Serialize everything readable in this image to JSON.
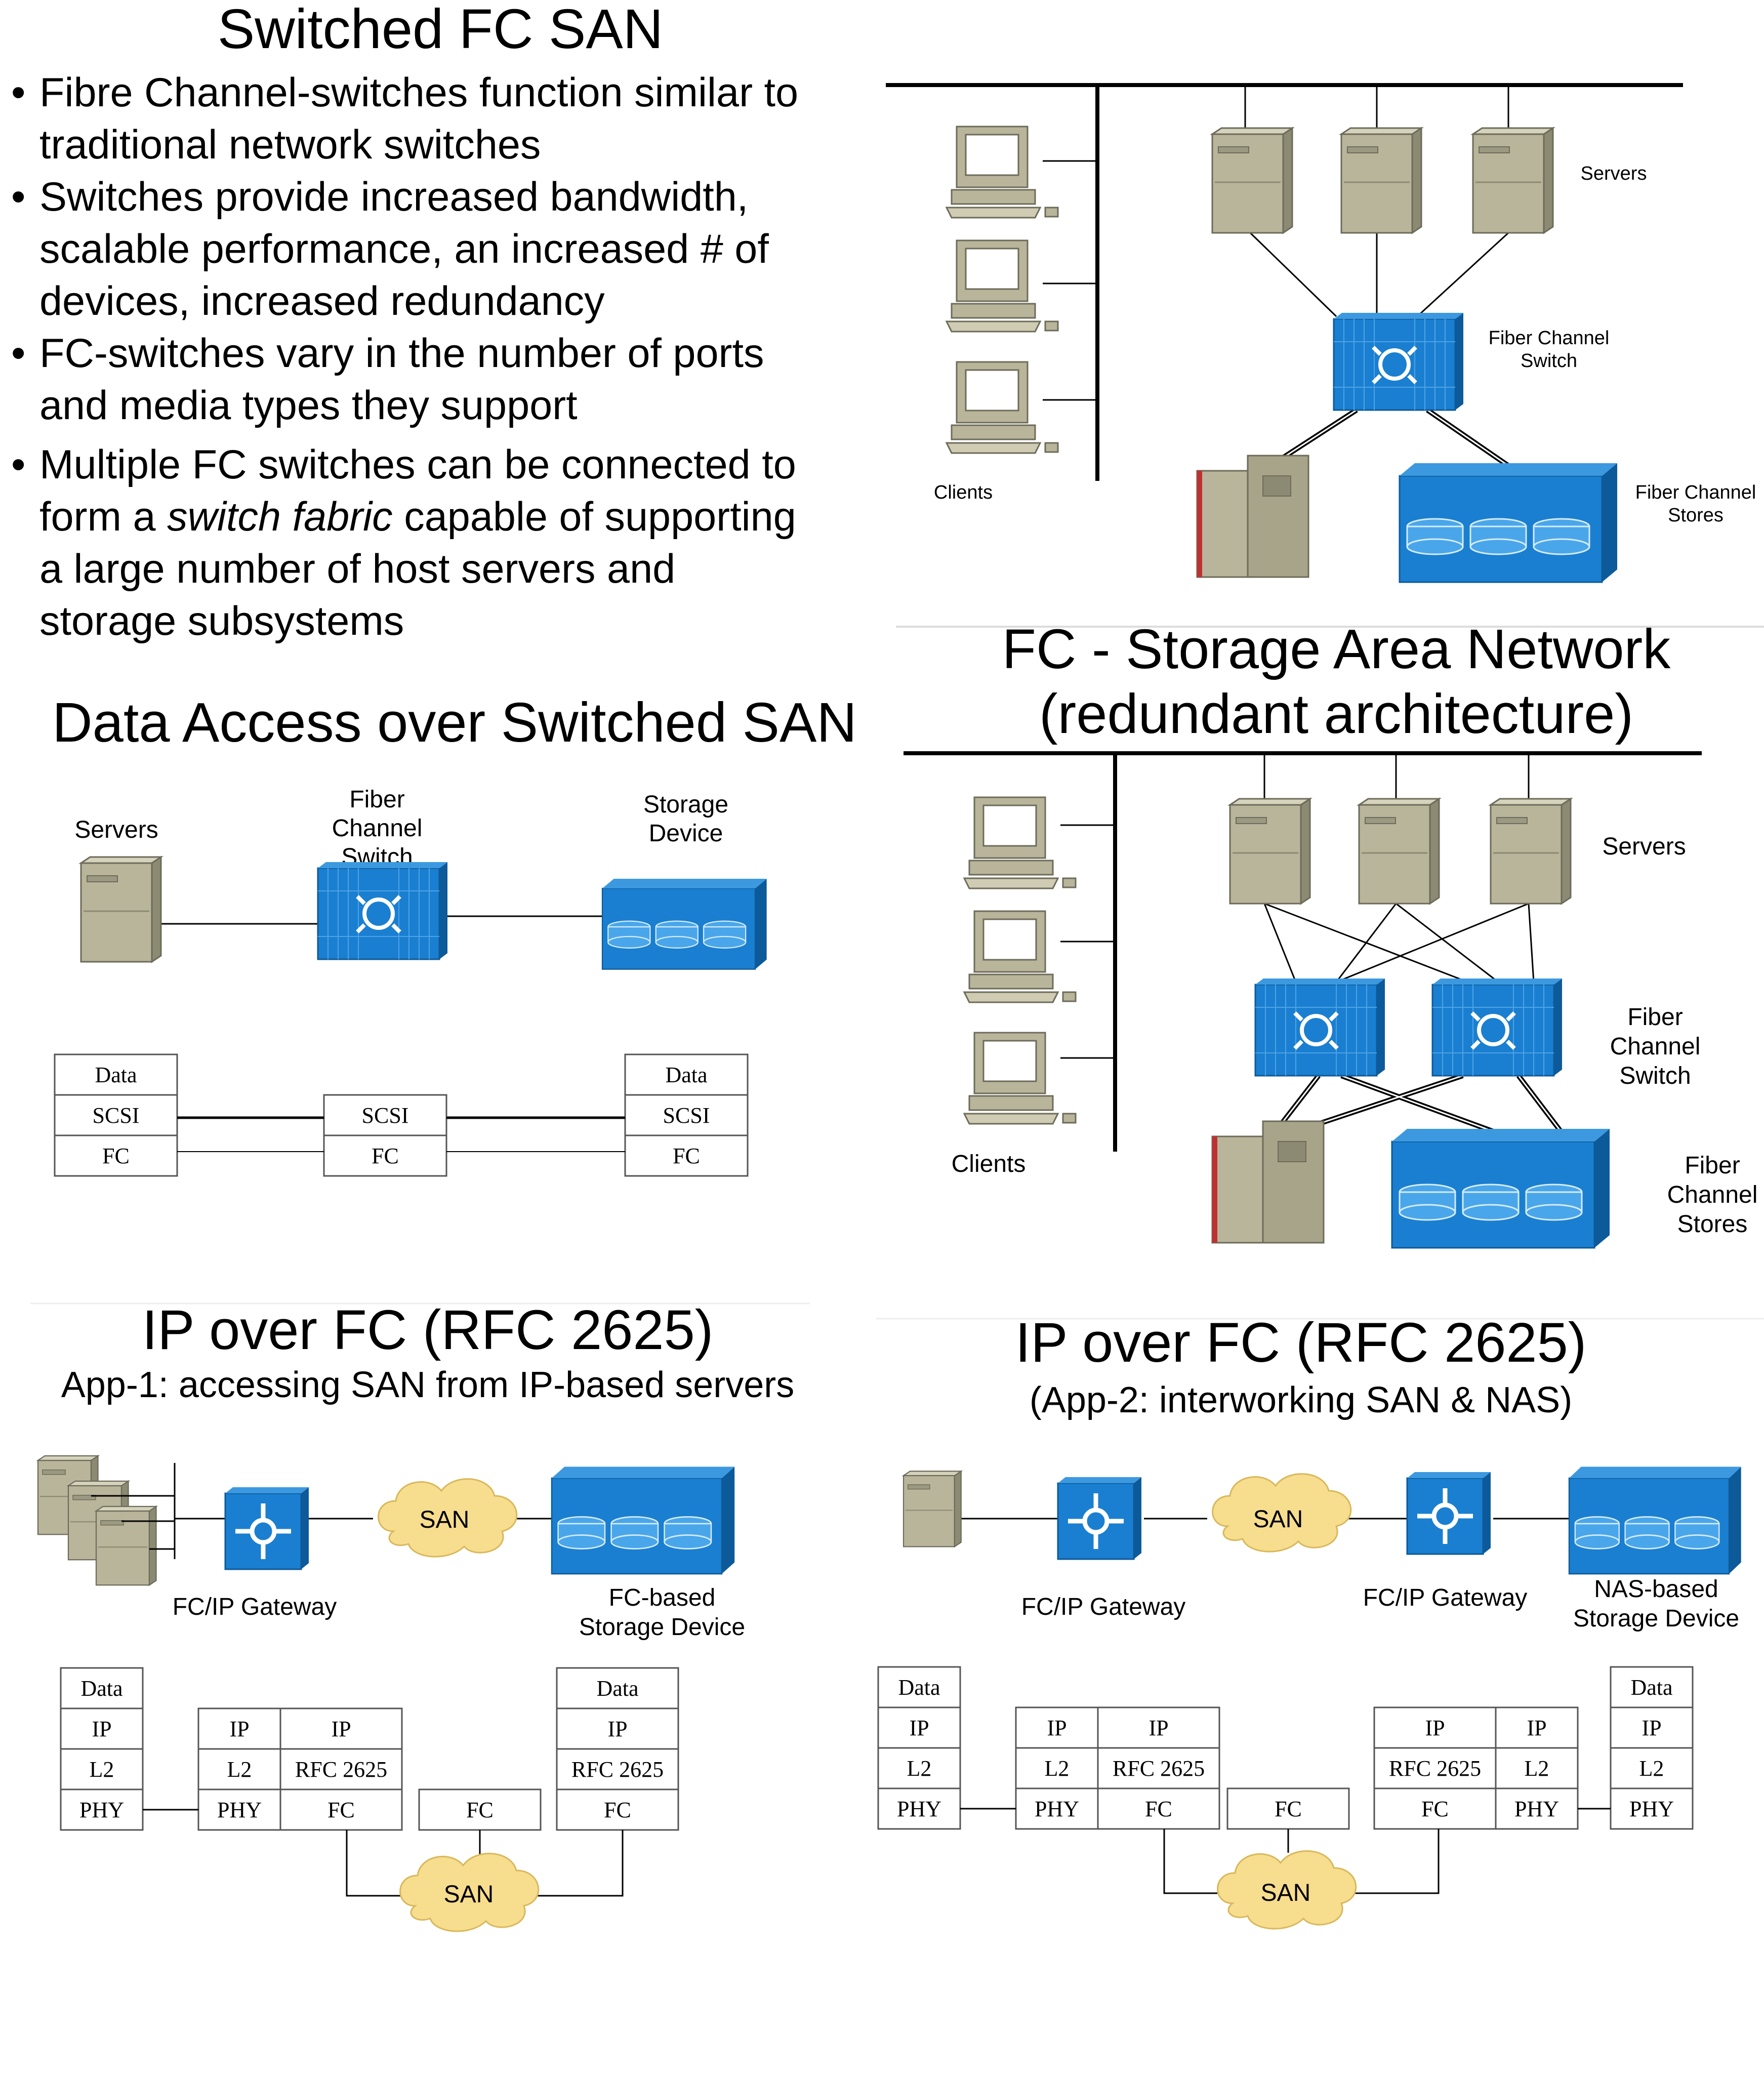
{
  "panel1": {
    "title": "Switched FC SAN",
    "bullets": [
      [
        "Fibre Channel-switches function similar to",
        "traditional network switches"
      ],
      [
        "Switches provide increased bandwidth,",
        "scalable performance, an increased # of",
        "devices, increased redundancy"
      ],
      [
        "FC-switches vary in the number of ports",
        "and media types they support"
      ],
      [
        "Multiple FC switches can be connected to"
      ]
    ],
    "bullet4_line2_pre": "form a ",
    "bullet4_line2_em": "switch fabric",
    "bullet4_line2_post": " capable of supporting",
    "bullet4_line3": "a large number of host servers and",
    "bullet4_line4": "storage subsystems"
  },
  "panel2": {
    "servers": "Servers",
    "switch": [
      "Fiber Channel",
      "Switch"
    ],
    "clients": "Clients",
    "stores": [
      "Fiber Channel",
      "Stores"
    ]
  },
  "panel3": {
    "title": "Data Access over Switched SAN",
    "servers": "Servers",
    "switch": [
      "Fiber",
      "Channel",
      "Switch"
    ],
    "storage": [
      "Storage",
      "Device"
    ],
    "stack_left": [
      "Data",
      "SCSI",
      "FC"
    ],
    "stack_mid": [
      "SCSI",
      "FC"
    ],
    "stack_right": [
      "Data",
      "SCSI",
      "FC"
    ]
  },
  "panel4": {
    "title": [
      "FC - Storage Area Network",
      "(redundant architecture)"
    ],
    "servers": "Servers",
    "switch": [
      "Fiber",
      "Channel",
      "Switch"
    ],
    "clients": "Clients",
    "stores": [
      "Fiber",
      "Channel",
      "Stores"
    ]
  },
  "panel5": {
    "title": "IP over FC (RFC 2625)",
    "subtitle": "App-1: accessing SAN from IP-based servers",
    "san": "SAN",
    "gateway": "FC/IP Gateway",
    "storage": [
      "FC-based",
      "Storage Device"
    ],
    "stack_a": [
      "Data",
      "IP",
      "L2",
      "PHY"
    ],
    "stack_b": [
      "IP",
      "L2",
      "PHY"
    ],
    "stack_c": [
      "IP",
      "RFC 2625",
      "FC"
    ],
    "stack_d": [
      "FC"
    ],
    "stack_e": [
      "Data",
      "IP",
      "RFC 2625",
      "FC"
    ],
    "san_bottom": "SAN"
  },
  "panel6": {
    "title": "IP over FC (RFC 2625)",
    "subtitle": "(App-2: interworking SAN & NAS)",
    "san": "SAN",
    "gateway1": "FC/IP Gateway",
    "gateway2": "FC/IP Gateway",
    "storage": [
      "NAS-based",
      "Storage Device"
    ],
    "stack_a": [
      "Data",
      "IP",
      "L2",
      "PHY"
    ],
    "stack_b": [
      "IP",
      "L2",
      "PHY"
    ],
    "stack_c": [
      "IP",
      "RFC 2625",
      "FC"
    ],
    "stack_d": [
      "FC"
    ],
    "stack_e": [
      "IP",
      "RFC 2625",
      "FC"
    ],
    "stack_f": [
      "IP",
      "L2",
      "PHY"
    ],
    "stack_g": [
      "Data",
      "IP",
      "L2",
      "PHY"
    ],
    "san_bottom": "SAN"
  },
  "colors": {
    "blue": "#1a7fd0",
    "blue_dark": "#0d5a9a",
    "beige": "#b9b59b",
    "cloud": "#f7dd8e"
  }
}
